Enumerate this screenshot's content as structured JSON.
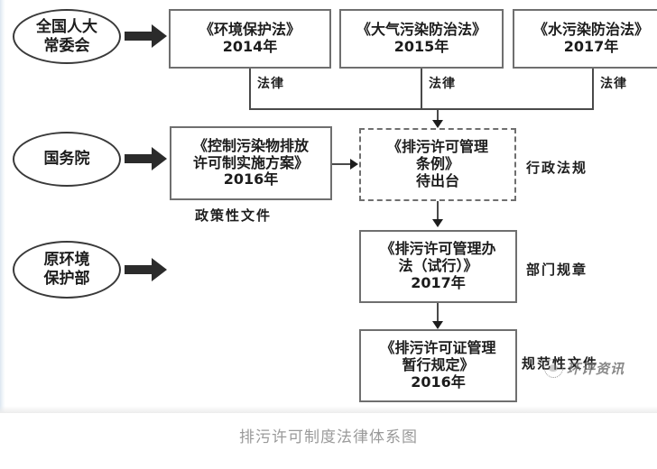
{
  "caption": "排污许可制度法律体系图",
  "watermark": {
    "text": "环评资讯",
    "logo_icon": "circle-leaf-logo-icon"
  },
  "actors": [
    {
      "id": "npc",
      "line1": "全国人大",
      "line2": "常委会"
    },
    {
      "id": "state-council",
      "line1": "国务院",
      "line2": ""
    },
    {
      "id": "mep",
      "line1": "原环境保护部",
      "line2": ""
    }
  ],
  "actor_mep_lines": {
    "line1": "原环境",
    "line2": "保护部"
  },
  "laws": [
    {
      "title": "《环境保护法》",
      "year": "2014年",
      "edge_label": "法律"
    },
    {
      "title": "《大气污染防治法》",
      "year": "2015年",
      "edge_label": "法律"
    },
    {
      "title": "《水污染防治法》",
      "year": "2017年",
      "edge_label": "法律"
    }
  ],
  "policy_doc": {
    "title_line1": "《控制污染物排放",
    "title_line2": "许可制实施方案》",
    "year": "2016年",
    "under_label": "政策性文件"
  },
  "regulation": {
    "title_line1": "《排污许可管理",
    "title_line2": "条例》",
    "status": "待出台",
    "side_label": "行政法规",
    "style": "dashed"
  },
  "department_rule": {
    "title_line1": "《排污许可管理办",
    "title_line2": "法（试行）》",
    "year": "2017年",
    "side_label": "部门规章"
  },
  "normative_doc": {
    "title_line1": "《排污许可证管理",
    "title_line2": "暂行规定》",
    "year": "2016年",
    "side_label": "规范性文件"
  },
  "colors": {
    "box_border": "#6f6f6f",
    "ellipse_border": "#3a3a3a",
    "line": "#4a4a4a",
    "arrow_fill": "#2b2b2b",
    "caption_text": "#9a9a9a",
    "watermark_text": "#6e6e6e"
  }
}
